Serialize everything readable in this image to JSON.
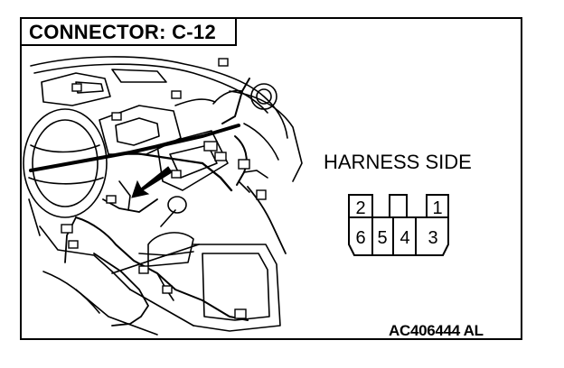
{
  "title": "CONNECTOR: C-12",
  "harness_label": "HARNESS SIDE",
  "connector": {
    "top_row_pins": [
      "2",
      "1"
    ],
    "bottom_row_pins": [
      "6",
      "5",
      "4",
      "3"
    ]
  },
  "figure_code": "AC406444 AL",
  "illustration": {
    "subject": "dashboard-wiring-harness",
    "pointer": "arrow-pointing-to-connector"
  }
}
